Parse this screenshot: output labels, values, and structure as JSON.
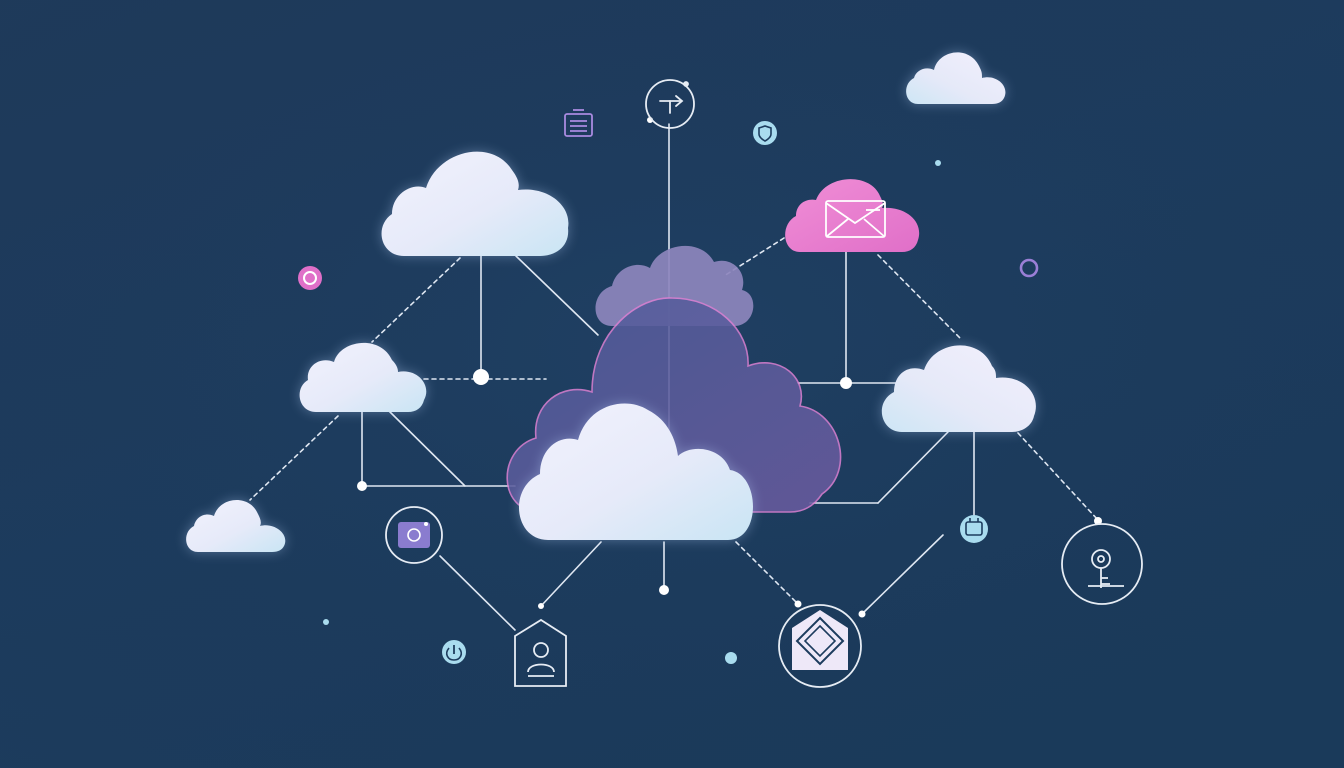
{
  "diagram": {
    "colors": {
      "background": "#1d3c5e",
      "cloud_light": "#e9ecfb",
      "cloud_light_edge": "#cfe6f5",
      "cloud_core": "#5a5a96",
      "cloud_core_outline": "#d77fd0",
      "cloud_back": "#8d86bd",
      "cloud_mail": "#ec7fcf",
      "link_line": "#dfe7f2",
      "node_dot": "#ffffff",
      "accent_pink": "#e06fc8",
      "accent_purple": "#9a7fd6",
      "accent_cyan": "#a9dcef"
    },
    "clouds": [
      {
        "id": "central-core",
        "style": "core"
      },
      {
        "id": "central-back",
        "style": "back"
      },
      {
        "id": "central-front",
        "style": "light"
      },
      {
        "id": "top-left",
        "style": "light"
      },
      {
        "id": "mid-left",
        "style": "light"
      },
      {
        "id": "bottom-left",
        "style": "light"
      },
      {
        "id": "top-right",
        "style": "light"
      },
      {
        "id": "mid-right",
        "style": "light"
      },
      {
        "id": "mail",
        "style": "pink",
        "icon": "envelope-icon"
      }
    ],
    "icons": [
      "upload-arrow-icon",
      "inbox-tray-icon",
      "shield-icon",
      "pink-ring-icon",
      "purple-ring-icon",
      "envelope-icon",
      "camera-icon",
      "user-profile-tag-icon",
      "power-icon",
      "diamond-frame-icon",
      "phone-icon",
      "key-lock-icon"
    ]
  }
}
